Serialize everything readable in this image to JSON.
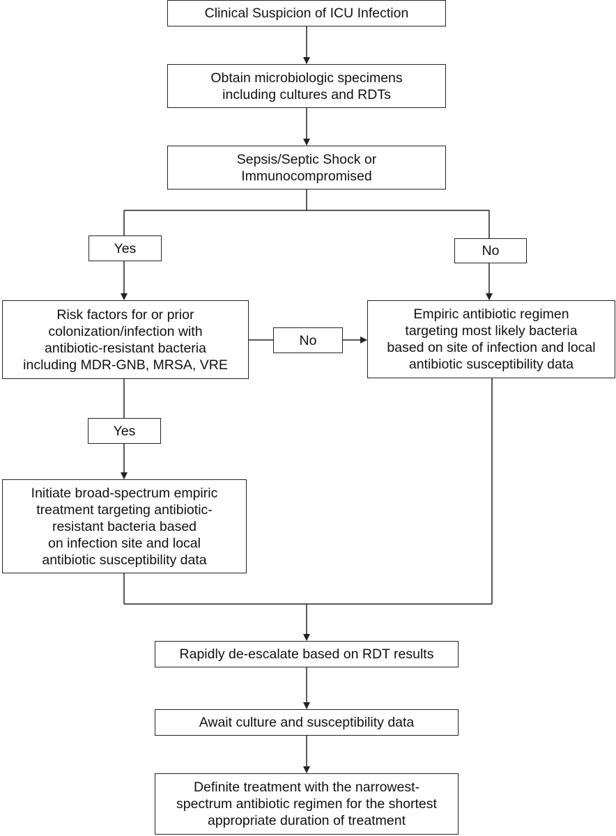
{
  "nodes": {
    "start": {
      "lines": [
        "Clinical Suspicion of ICU Infection"
      ]
    },
    "obtain_specimens": {
      "lines": [
        "Obtain microbiologic specimens",
        "including cultures and RDTs"
      ]
    },
    "sepsis_check": {
      "lines": [
        "Sepsis/Septic Shock or",
        "Immunocompromised"
      ]
    },
    "yes_1": {
      "lines": [
        "Yes"
      ]
    },
    "no_1": {
      "lines": [
        "No"
      ]
    },
    "risk_factors": {
      "lines": [
        "Risk factors for or prior",
        "colonization/infection with",
        "antibiotic-resistant bacteria",
        "including MDR-GNB, MRSA, VRE"
      ]
    },
    "no_2": {
      "lines": [
        "No"
      ]
    },
    "empiric_regimen": {
      "lines": [
        "Empiric antibiotic regimen",
        "targeting most likely bacteria",
        "based on site of infection and local",
        "antibiotic susceptibility data"
      ]
    },
    "yes_2": {
      "lines": [
        "Yes"
      ]
    },
    "broad_spectrum": {
      "lines": [
        "Initiate broad-spectrum empiric",
        "treatment targeting antibiotic-",
        "resistant bacteria based",
        "on infection site and local",
        "antibiotic susceptibility data"
      ]
    },
    "deescalate": {
      "lines": [
        "Rapidly de-escalate based on RDT results"
      ]
    },
    "await_culture": {
      "lines": [
        "Await culture and susceptibility data"
      ]
    },
    "definite_treatment": {
      "lines": [
        "Definite treatment with the narrowest-",
        "spectrum antibiotic regimen for the shortest",
        "appropriate duration of treatment"
      ]
    }
  },
  "colors": {
    "line": "#222222",
    "box_border": "#222222",
    "box_fill": "#ffffff",
    "text": "#111111"
  }
}
